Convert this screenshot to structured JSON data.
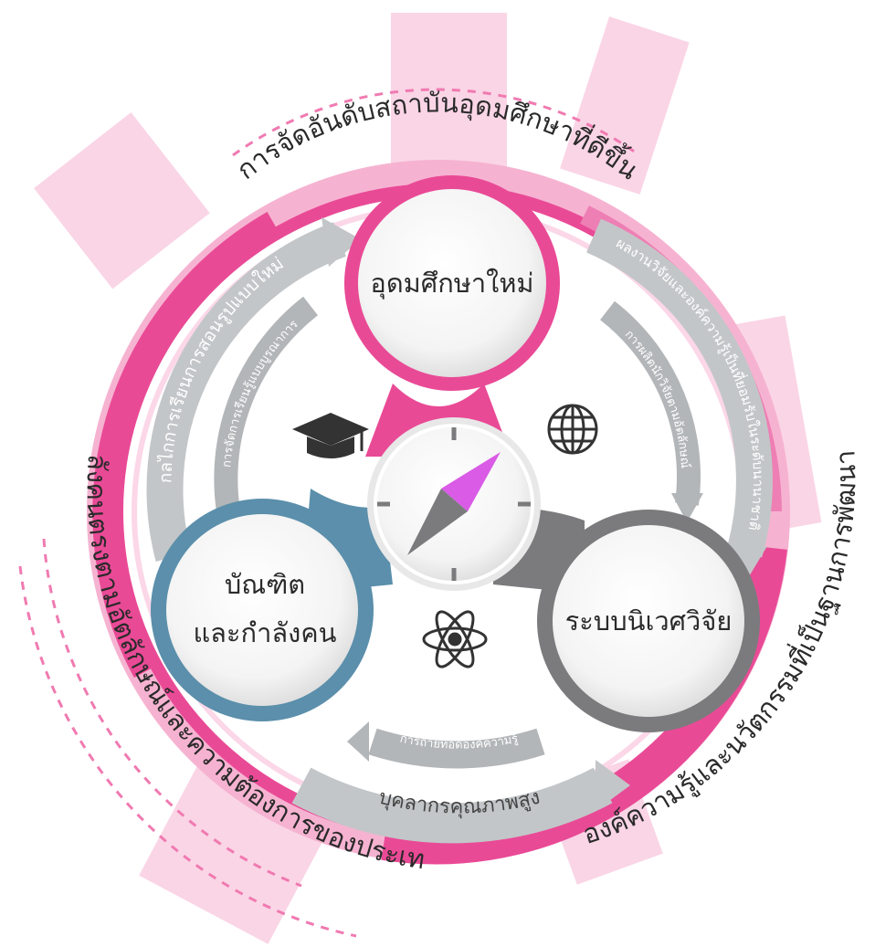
{
  "outer_labels": {
    "top": "การจัดอันดับสถาบันอุดมศึกษาที่ดีขึ้น",
    "left": "กำลังคนตรงตามอัตลักษณ์และความต้องการของประเทศ",
    "right": "องค์ความรู้และนวัตกรรมที่เป็นฐานการพัฒนา"
  },
  "nodes": {
    "top": "อุดมศึกษาใหม่",
    "left_line1": "บัณฑิต",
    "left_line2": "และกำลังคน",
    "right": "ระบบนิเวศวิจัย"
  },
  "cycle_labels": {
    "left_outer": "กลไกการเรียนการสอนรูปแบบใหม่",
    "left_inner": "การจัดการเรียนรู้แบบบูรณาการ",
    "right_outer": "ผลงานวิจัยและองค์ความรู้เป็นที่ยอมรับในระดับนานาชาติ",
    "right_inner": "การผลิตนักวิจัยตามอัตลักษณ์",
    "bottom_inner": "การถ่ายทอดองค์ความรู้",
    "bottom_outer": "บุคลากรคุณภาพสูง"
  },
  "icons": [
    "graduation-cap-icon",
    "globe-icon",
    "atom-icon",
    "compass-icon"
  ],
  "colors": {
    "magenta": "#e94a96",
    "pink_light": "#f6b3d1",
    "pink_pale": "#fbd7e8",
    "gray_arrow": "#c3c6c8",
    "blue_node": "#5b8fab",
    "gray_node": "#7b7b7d",
    "compass_needle": "#d95be6"
  }
}
